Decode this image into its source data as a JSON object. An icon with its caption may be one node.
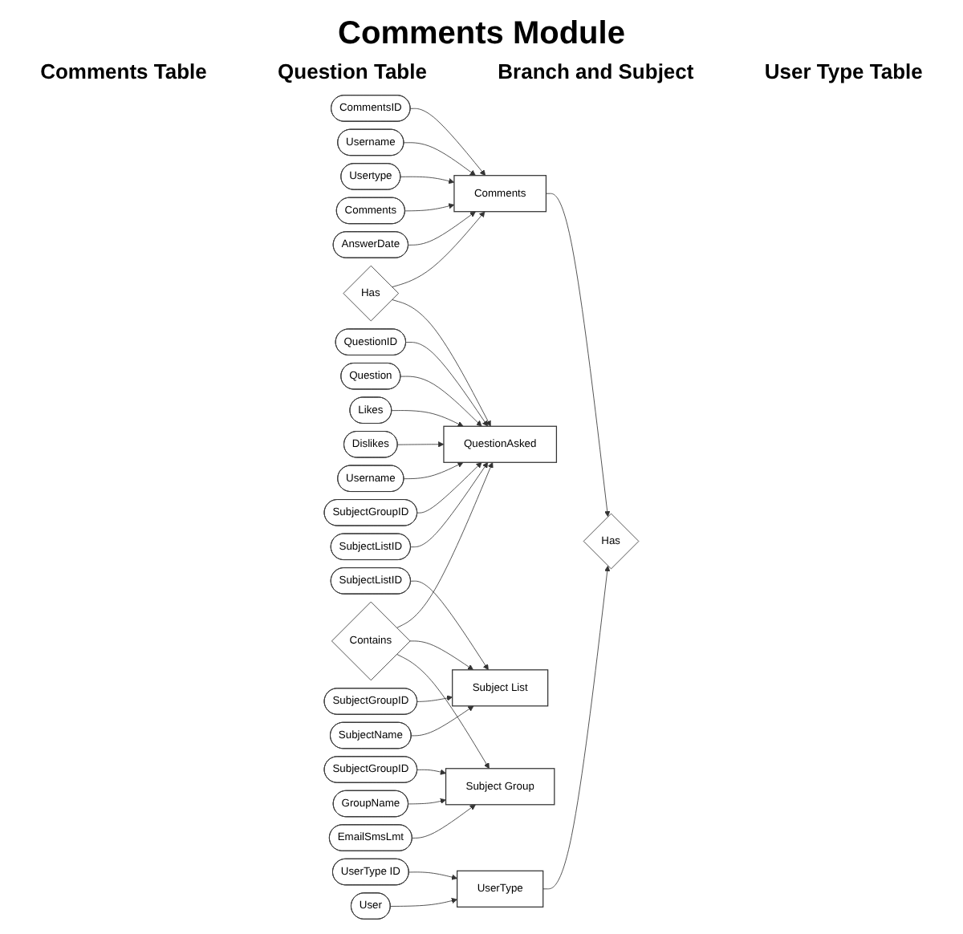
{
  "diagram": {
    "title": "Comments Module",
    "nodes": [
      {
        "text": [
          "CommentsID"
        ]
      },
      {
        "text": [
          "Username"
        ]
      },
      {
        "text": [
          "Usertype"
        ]
      },
      {
        "text": [
          "Comments"
        ]
      },
      {
        "text": [
          "Comments"
        ]
      },
      {
        "text": [
          "AnswerDate"
        ]
      },
      {
        "text": [
          "QuestionID"
        ]
      },
      {
        "text": [
          "Question"
        ]
      },
      {
        "text": [
          "Likes"
        ]
      },
      {
        "text": [
          "Dislikes"
        ]
      },
      {
        "text": [
          "Has"
        ]
      },
      {
        "text": [
          "QuestionAsked"
        ]
      },
      {
        "text": [
          "Username"
        ]
      },
      {
        "text": [
          "SubjectGroupID"
        ]
      },
      {
        "text": [
          "SubjectListID"
        ]
      },
      {
        "text": [
          "SubjectListID"
        ]
      },
      {
        "text": [
          "SubjectGroupID"
        ]
      },
      {
        "text": [
          "Subject List"
        ]
      },
      {
        "text": [
          "SubjectName"
        ]
      },
      {
        "text": [
          "Contains"
        ]
      },
      {
        "text": [
          "SubjectGroupID"
        ]
      },
      {
        "text": [
          "GroupName"
        ]
      },
      {
        "text": [
          "Subject Group"
        ]
      },
      {
        "text": [
          "EmailSmsLmt"
        ]
      },
      {
        "text": [
          "Has"
        ]
      },
      {
        "text": [
          "UserType ID"
        ]
      },
      {
        "text": [
          "UserType"
        ]
      },
      {
        "text": [
          "User"
        ]
      }
    ],
    "edges": [
      {
        "from": 0,
        "to": 3,
        "arrow": "to"
      },
      {
        "from": 1,
        "to": 3,
        "arrow": "to"
      },
      {
        "from": 2,
        "to": 3,
        "arrow": "to"
      },
      {
        "from": 4,
        "to": 3,
        "arrow": "to"
      },
      {
        "from": 5,
        "to": 3,
        "arrow": "to"
      },
      {
        "from": 10,
        "to": 3,
        "arrow": "to"
      },
      {
        "from": 10,
        "to": 11,
        "arrow": "to"
      },
      {
        "from": 3,
        "to": 24,
        "arrow": "to"
      },
      {
        "from": 26,
        "to": 24,
        "arrow": "to"
      },
      {
        "from": 25,
        "to": 26,
        "arrow": "to"
      },
      {
        "from": 27,
        "to": 26,
        "arrow": "to"
      },
      {
        "from": 6,
        "to": 11,
        "arrow": "to"
      },
      {
        "from": 7,
        "to": 11,
        "arrow": "to"
      },
      {
        "from": 8,
        "to": 11,
        "arrow": "to"
      },
      {
        "from": 9,
        "to": 11,
        "arrow": "to"
      },
      {
        "from": 12,
        "to": 11,
        "arrow": "to"
      },
      {
        "from": 13,
        "to": 11,
        "arrow": "to"
      },
      {
        "from": 14,
        "to": 11,
        "arrow": "to"
      },
      {
        "from": 19,
        "to": 11,
        "arrow": "to"
      },
      {
        "from": 19,
        "to": 17,
        "arrow": "to"
      },
      {
        "from": 19,
        "to": 22,
        "arrow": "to"
      },
      {
        "from": 15,
        "to": 17,
        "arrow": "to"
      },
      {
        "from": 16,
        "to": 17,
        "arrow": "to"
      },
      {
        "from": 18,
        "to": 17,
        "arrow": "to"
      },
      {
        "from": 20,
        "to": 22,
        "arrow": "to"
      },
      {
        "from": 21,
        "to": 22,
        "arrow": "to"
      },
      {
        "from": 23,
        "to": 22,
        "arrow": "to"
      }
    ],
    "labels": [
      "Comments Table",
      "Question Table",
      "Branch and Subject",
      "User Type Table"
    ]
  }
}
